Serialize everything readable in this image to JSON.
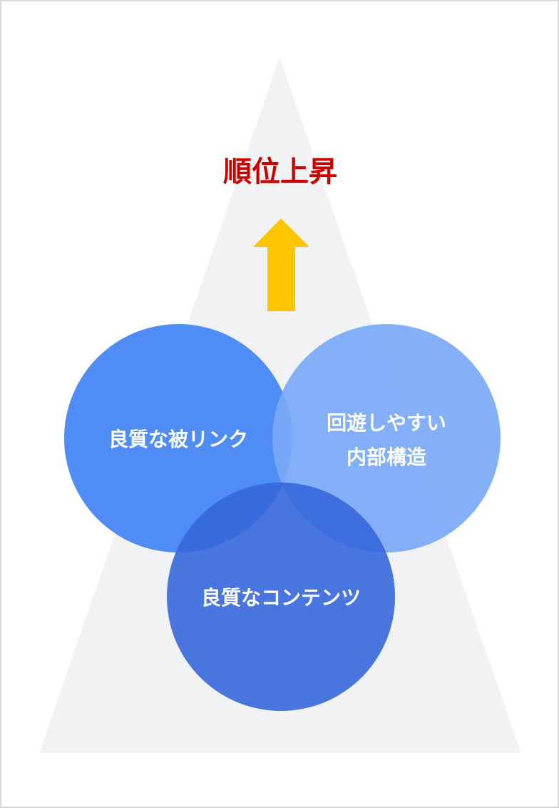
{
  "diagram": {
    "goal": {
      "label": "順位上昇",
      "color": "#cc0000"
    },
    "arrow": {
      "name": "up-arrow",
      "color": "#fdc500"
    },
    "background": {
      "name": "pyramid",
      "color": "#f1f2f4"
    },
    "circles": [
      {
        "id": "backlinks",
        "lines": [
          "良質な被リンク"
        ],
        "color": "#4f8cf5"
      },
      {
        "id": "structure",
        "lines": [
          "回遊しやすい",
          "内部構造"
        ],
        "color": "#7baaf7"
      },
      {
        "id": "content",
        "lines": [
          "良質なコンテンツ"
        ],
        "color": "#3567dc"
      }
    ]
  }
}
